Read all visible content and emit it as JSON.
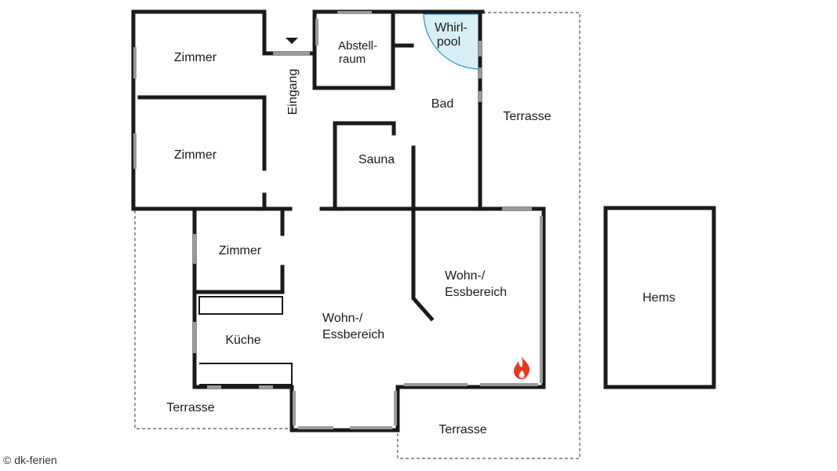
{
  "colors": {
    "wall": "#1a1a1a",
    "window": "#9a9a9a",
    "whirlpool_fill": "#d8eef7",
    "whirlpool_stroke": "#3a8fb8",
    "fireplace": "#e53a1e"
  },
  "rooms": {
    "zimmer_1": "Zimmer",
    "zimmer_2": "Zimmer",
    "zimmer_3": "Zimmer",
    "eingang": "Eingang",
    "abstellraum_line1": "Abstell-",
    "abstellraum_line2": "raum",
    "whirlpool_line1": "Whirl-",
    "whirlpool_line2": "pool",
    "bad": "Bad",
    "sauna": "Sauna",
    "kueche": "Küche",
    "wohn_main_line1": "Wohn-/",
    "wohn_main_line2": "Essbereich",
    "wohn_east_line1": "Wohn-/",
    "wohn_east_line2": "Essbereich",
    "terrasse_east": "Terrasse",
    "terrasse_sw": "Terrasse",
    "terrasse_south": "Terrasse",
    "hems": "Hems"
  },
  "icons": {
    "fireplace": "fire-icon",
    "entrance": "entrance-arrow-icon"
  },
  "copyright": "© dk-ferien"
}
